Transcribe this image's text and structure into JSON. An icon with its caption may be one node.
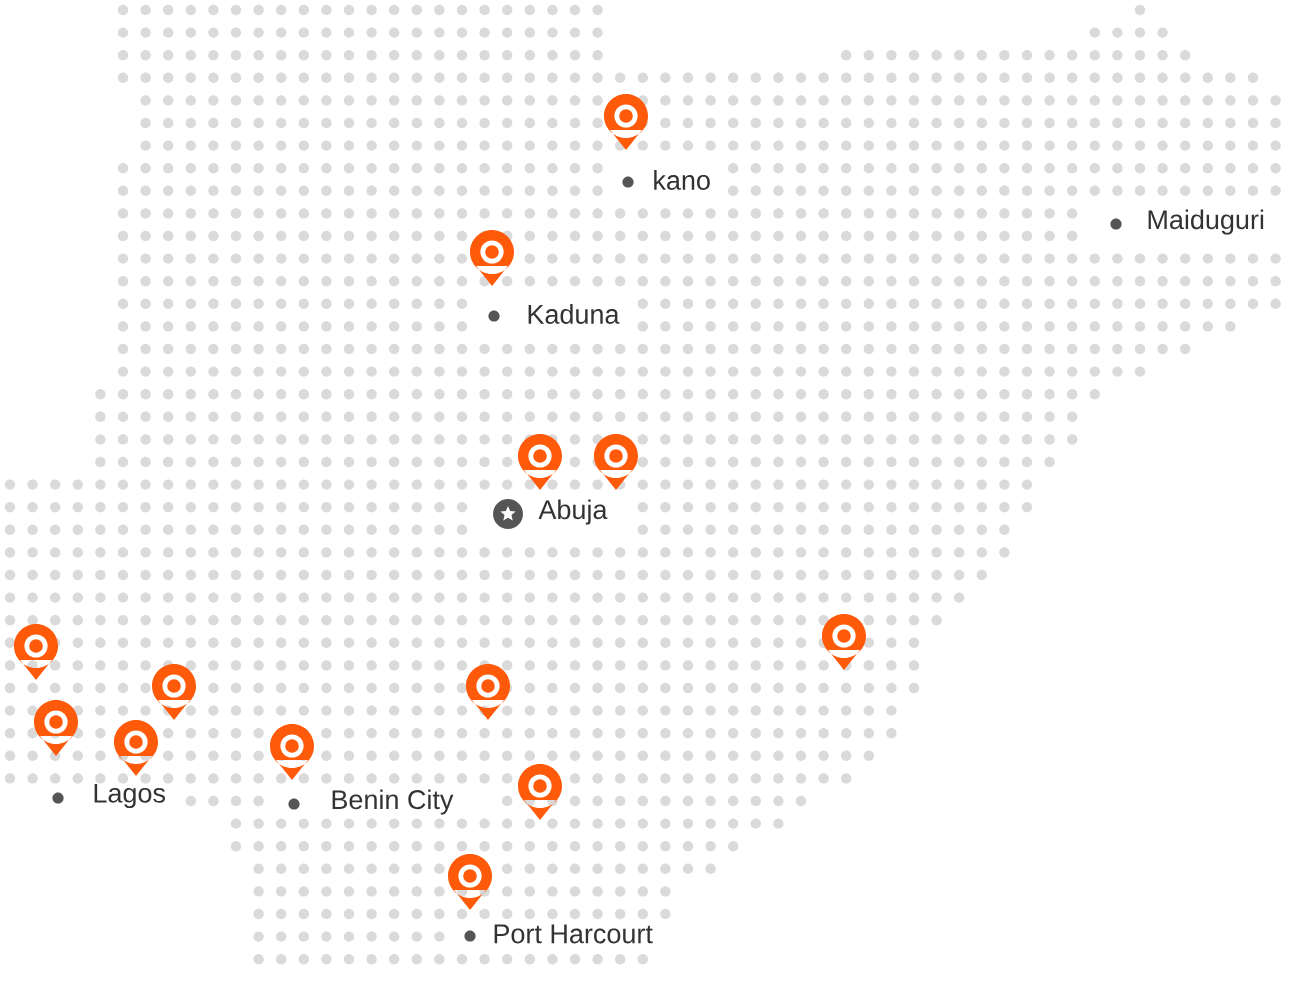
{
  "diagram": {
    "labels": [
      "kano",
      "Maiduguri",
      "Kaduna",
      "Abuja",
      "Lagos",
      "Benin City",
      "Port Harcourt"
    ]
  }
}
